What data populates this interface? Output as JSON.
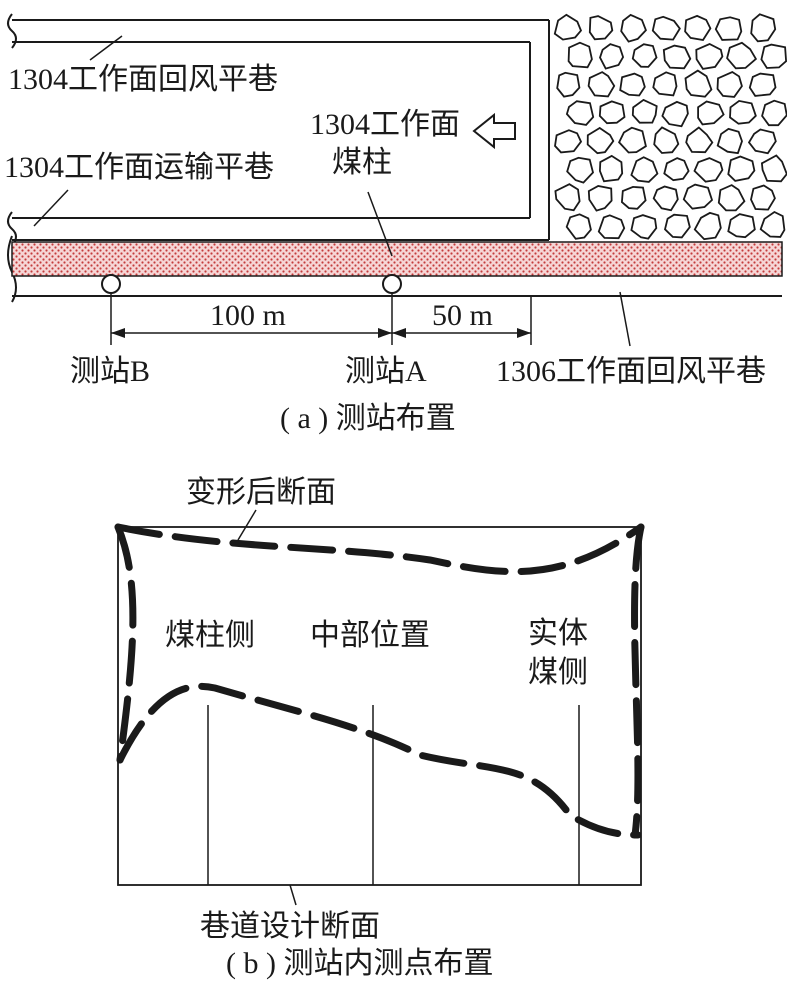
{
  "panel_a": {
    "return_airway_1304": "1304工作面回风平巷",
    "coal_pillar_line1": "1304工作面",
    "coal_pillar_line2": "煤柱",
    "transport_airway_1304": "1304工作面运输平巷",
    "distance_bA": "100 m",
    "distance_a_end": "50 m",
    "station_b": "测站B",
    "station_a": "测站A",
    "return_airway_1306": "1306工作面回风平巷",
    "caption": "( a ) 测站布置"
  },
  "panel_b": {
    "deformed_section": "变形后断面",
    "pillar_side": "煤柱侧",
    "middle_position": "中部位置",
    "solid_side_line1": "实体",
    "solid_side_line2": "煤侧",
    "design_section": "巷道设计断面",
    "caption": "( b ) 测站内测点布置"
  },
  "colors": {
    "line": "#1a1a1a",
    "pillar_hatch": "#c43c3c",
    "background": "#ffffff"
  }
}
